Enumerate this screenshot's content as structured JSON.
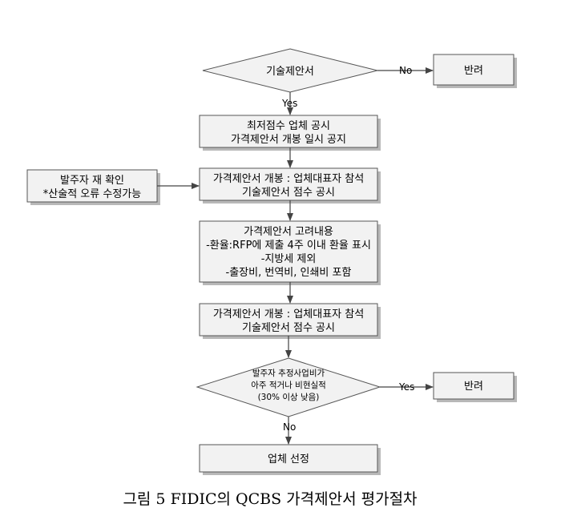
{
  "nodes": {
    "tech_proposal": "기술제안서",
    "reject_top": "반려",
    "lowest_score": [
      "최저점수 업체 공시",
      "가격제안서 개봉 일시 공지"
    ],
    "client_check": [
      "발주자 재 확인",
      "*산술적 오류 수정가능"
    ],
    "open_price_1": [
      "가격제안서 개봉 : 업체대표자 참석",
      "기술제안서 점수 공시"
    ],
    "considerations": [
      "가격제안서 고려내용",
      "-환율:RFP에 제출 4주 이내 환율 표시",
      "-지방세 제외",
      "-출장비, 번역비, 인쇄비 포함"
    ],
    "open_price_2": [
      "가격제안서 개봉 : 업체대표자 참석",
      "기술제안서 점수 공시"
    ],
    "cost_check": [
      "발주자 추정사업비가",
      "아주 적거나 비현실적",
      "(30% 이상 낮음)"
    ],
    "reject_bottom": "반려",
    "select": "업체 선정"
  },
  "edges": {
    "no_top": "No",
    "yes_top": "Yes",
    "yes_bottom": "Yes",
    "no_bottom": "No"
  },
  "caption": "그림 5 FIDIC의 QCBS 가격제안서 평가절차"
}
